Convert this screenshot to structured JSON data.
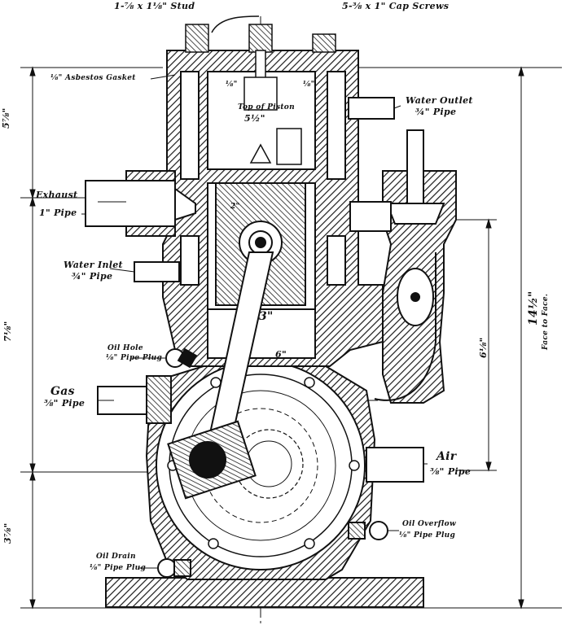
{
  "labels": {
    "stud": "1-⅞ x 1⅛\" Stud",
    "cap_screws": "5-⅜ x 1\" Cap Screws",
    "gasket": "⅛\" Asbestos Gasket",
    "top_piston": "Top of Piston",
    "bore_top": "5½\"",
    "water_outlet_line1": "Water Outlet",
    "water_outlet_line2": "¾\" Pipe",
    "exhaust_line1": "Exhaust",
    "exhaust_line2": "1\" Pipe",
    "water_inlet_line1": "Water Inlet",
    "water_inlet_line2": "¾\" Pipe",
    "oil_hole_line1": "Oil Hole",
    "oil_hole_line2": "⅛\" Pipe Plug",
    "gas_line1": "Gas",
    "gas_line2": "⅜\" Pipe",
    "air_line1": "Air",
    "air_line2": "⅜\" Pipe",
    "oil_overflow_line1": "Oil Overflow",
    "oil_overflow_line2": "⅛\" Pipe Plug",
    "oil_drain_line1": "Oil Drain",
    "oil_drain_line2": "⅛\" Pipe Plug",
    "dim_top_left": "5⅞\"",
    "dim_mid_left": "7⅛\"",
    "dim_bottom_left": "3⅞\"",
    "dim_overall": "14½\"",
    "dim_overall_note": "Face to Face.",
    "dim_right_inner": "6⅛\"",
    "dim_stroke": "3\"",
    "dim_rod": "6\"",
    "dim_two": "2\"",
    "dim_eighth_left": "⅛\"",
    "dim_eighth_right": "⅛\""
  },
  "colors": {
    "ink": "#111111",
    "paper": "#ffffff",
    "hatch": "#1a1a1a"
  }
}
